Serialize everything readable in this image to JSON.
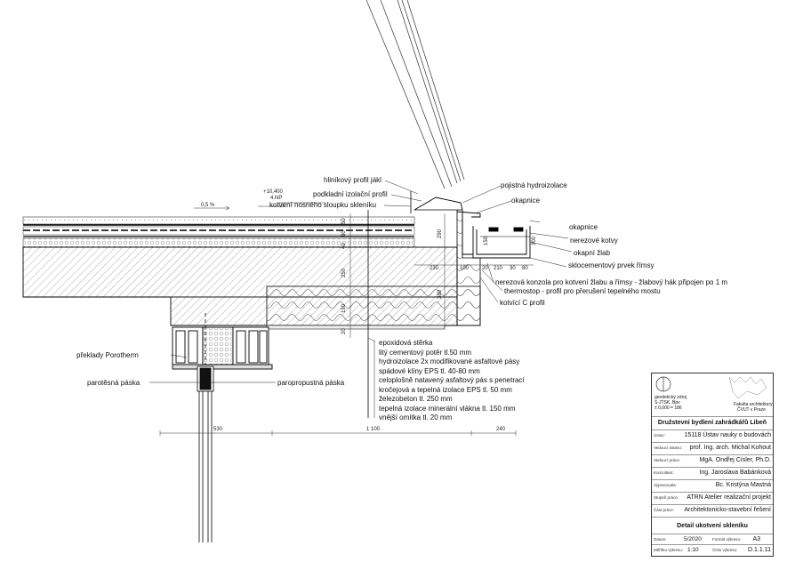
{
  "callouts_top": {
    "hlinikovy_profil": "hliníkový profil jákl",
    "podkladni": "podkladní izolační profil",
    "kotveni": "kotvení nosného sloupku skleníku",
    "pojistna": "pojistná hydroizolace",
    "okapnice1": "okapnice",
    "okapnice2": "okapnice",
    "nerezove_kotvy": "nerezové kotvy",
    "okapni_zlab": "okapní žlab",
    "sklocementovy": "sklocementový prvek římsy",
    "nerezova_konzola": "nerezová konzola pro kotvení žlabu a římsy - žlabový hák připojen po 1 m",
    "thermostop": "thermostop - profil pro přerušení tepelného mostu",
    "kotvici": "kotvící C profil"
  },
  "callouts_left": {
    "preklady": "překlady Porotherm",
    "parotesna": "parotěsná páska",
    "paropropustna": "paropropustná páska"
  },
  "level": {
    "value": "+10,400",
    "floor": "4.NP",
    "slope": "0,5 %"
  },
  "layers": [
    "epoxidová stěrka",
    "litý cementový potěr tl.50 mm",
    "hydroizolace 2x modifikované asfaltové pásy",
    "spádové klíny EPS tl. 40-80 mm",
    "celoplošně natavený asfaltový pás s penetrací",
    "kročejová a tepelná izolace EPS tl. 50 mm",
    "železobeton tl. 250 mm",
    "tepelná izolace minerální vlákna tl. 150 mm",
    "vnější omítka tl. 20 mm"
  ],
  "dims": {
    "d530": "530",
    "d1100": "1 100",
    "d240": "240",
    "d230": "230",
    "d100": "100",
    "d20a": "20",
    "d210": "210",
    "d30": "30",
    "d80": "80",
    "v250": "250",
    "v380": "380",
    "v190": "190",
    "v20": "20",
    "v290": "290",
    "v80": "80",
    "v50": "50",
    "v40": "40",
    "v150": "150",
    "v300": "300"
  },
  "titleblock": {
    "geo1": "geodetický zdroj",
    "geo2": "S-JTSK, Bpv",
    "geo3": "± 0,000 = 186",
    "school1": "Fakulta architektury",
    "school2": "ČVUT v Praze",
    "project": "Družstevní bydlení zahrádkářů Libeň",
    "rows": [
      {
        "k": "Ústav:",
        "v": "15118 Ústav nauky o budovách"
      },
      {
        "k": "Vedoucí ústavu:",
        "v": "prof. Ing. arch. Michal Kohout"
      },
      {
        "k": "Vedoucí práce:",
        "v": "MgA. Ondřej Císler, Ph.D."
      },
      {
        "k": "Konzultant:",
        "v": "Ing. Jaroslava Babánková"
      },
      {
        "k": "Vypracovala:",
        "v": "Bc. Kristýna Mastná"
      },
      {
        "k": "Stupeň práce:",
        "v": "ATRN Atelier realizační projekt"
      },
      {
        "k": "Část práce:",
        "v": "Architektonicko-stavební řešení"
      }
    ],
    "sheet_title": "Detail ukotvení skleníku",
    "date_k": "Datum:",
    "date_v": "5/2020",
    "format_k": "Formát výkresu:",
    "format_v": "A3",
    "scale_k": "Měřítko výkresu:",
    "scale_v": "1:10",
    "number_k": "Číslo výkresu:",
    "number_v": "D.1.1.11"
  }
}
